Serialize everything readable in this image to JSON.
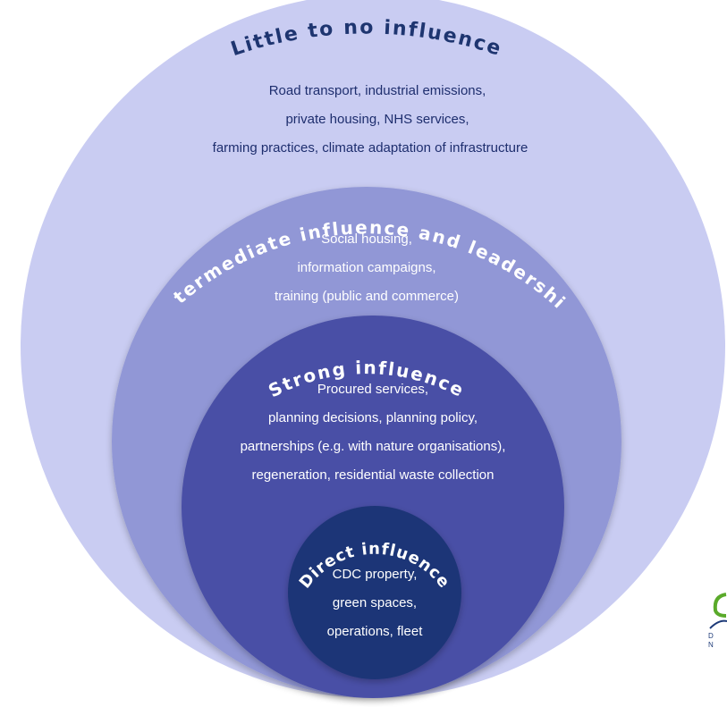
{
  "rings": [
    {
      "title": "Little to no influence",
      "lines": [
        "Road transport, industrial emissions,",
        "private housing, NHS services,",
        "farming practices, climate adaptation of infrastructure"
      ],
      "fill": "#c9ccf2",
      "text_color": "#1e2e6e",
      "title_color": "#1e3570"
    },
    {
      "title": "Intermediate influence and leadership",
      "lines": [
        "Social housing,",
        "information campaigns,",
        "training (public and commerce)"
      ],
      "fill": "#9197d6",
      "text_color": "#ffffff",
      "title_color": "#ffffff"
    },
    {
      "title": "Strong influence",
      "lines": [
        "Procured services,",
        "planning decisions, planning policy,",
        "partnerships (e.g. with nature organisations),",
        "regeneration, residential waste collection"
      ],
      "fill": "#4a4fa6",
      "text_color": "#ffffff",
      "title_color": "#ffffff"
    },
    {
      "title": "Direct influence",
      "lines": [
        "CDC property,",
        "green spaces,",
        "operations, fleet"
      ],
      "fill": "#1d3577",
      "text_color": "#ffffff",
      "title_color": "#ffffff"
    }
  ],
  "logo": {
    "letters": [
      "D",
      "N"
    ],
    "colors": {
      "green": "#5aaa2a",
      "navy": "#1d3a78"
    }
  }
}
